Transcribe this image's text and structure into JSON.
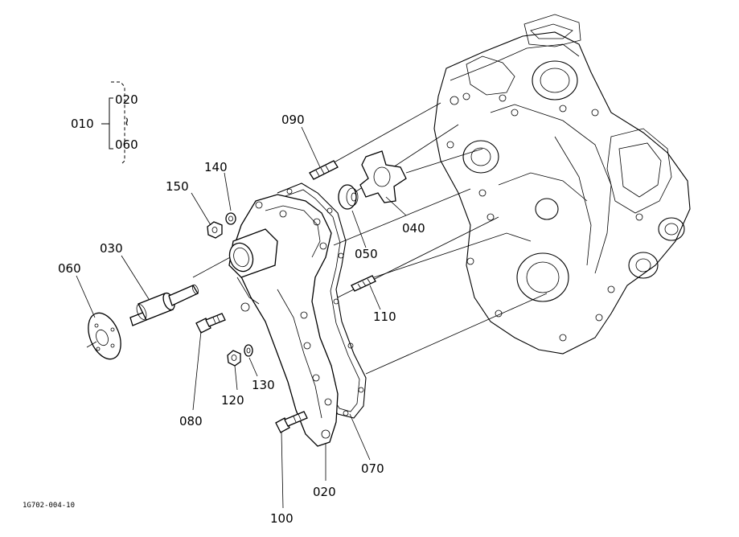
{
  "labels": {
    "l010": "010",
    "l020a": "020",
    "tilde": "≀",
    "l060a": "060",
    "l090": "090",
    "l140": "140",
    "l150": "150",
    "l030": "030",
    "l060": "060",
    "l040": "040",
    "l050": "050",
    "l110": "110",
    "l080": "080",
    "l120": "120",
    "l130": "130",
    "l070": "070",
    "l020": "020",
    "l100": "100"
  },
  "drawing_code": "1G702-004-10"
}
